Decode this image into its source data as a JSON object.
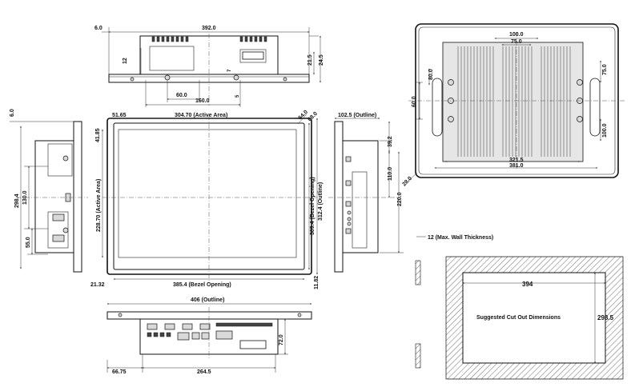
{
  "top_view": {
    "d_width": "392.0",
    "d_6": "6.0",
    "d_12": "12",
    "d_21_5": "21.5",
    "d_24_5": "24.5",
    "d_60": "60.0",
    "d_160": "160.0",
    "d_7": "7",
    "d_5": "5"
  },
  "front_view": {
    "active_width": "304.70 (Active Area)",
    "active_height": "228.70 (Active Area)",
    "bezel_width": "385.4 (Bezel Opening)",
    "bezel_height": "309.4 (Bezel Opening)",
    "outline_height": "312.4 (Outline)",
    "d_51_65": "51.65",
    "d_41_85": "41.85",
    "d_21_32": "21.32",
    "d_11_82": "11.82",
    "d_64": "64.0",
    "d_68": "68.0",
    "d_6_left": "6.0"
  },
  "left_side": {
    "d_298_4": "298.4",
    "d_130": "130.0",
    "d_55": "55.0"
  },
  "right_side": {
    "outline_depth": "102.5 (Outline)",
    "d_39_2": "39.2",
    "d_110": "110.0",
    "d_220": "220.0"
  },
  "bottom_view": {
    "outline_width": "406 (Outline)",
    "d_66_75": "66.75",
    "d_264_5": "264.5",
    "d_72": "72.0"
  },
  "rear_view": {
    "d_100": "100.0",
    "d_75_top": "75.0",
    "d_60_left": "60.0",
    "d_80": "80.0",
    "d_75_right": "75.0",
    "d_100_right": "100.0",
    "d_321_5": "321.5",
    "d_381": "381.0",
    "d_28": "28.0"
  },
  "cutout": {
    "wall_label": "12 (Max. Wall Thickness)",
    "width": "394",
    "height": "298.5",
    "label": "Suggested Cut Out Dimensions"
  }
}
